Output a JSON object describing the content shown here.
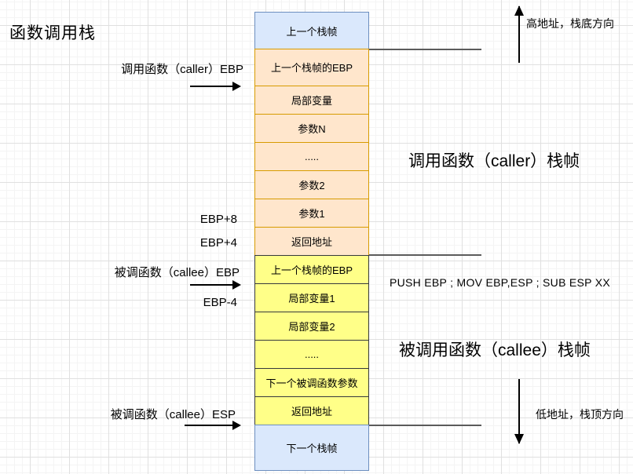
{
  "title": "函数调用栈",
  "stack": {
    "cells": [
      {
        "label": "上一个栈帧",
        "color": "blue"
      },
      {
        "label": "上一个栈帧的EBP",
        "color": "orange"
      },
      {
        "label": "局部变量",
        "color": "orange"
      },
      {
        "label": "参数N",
        "color": "orange"
      },
      {
        "label": ".....",
        "color": "orange"
      },
      {
        "label": "参数2",
        "color": "orange"
      },
      {
        "label": "参数1",
        "color": "orange"
      },
      {
        "label": "返回地址",
        "color": "orange"
      },
      {
        "label": "上一个栈帧的EBP",
        "color": "yellow"
      },
      {
        "label": "局部变量1",
        "color": "yellow"
      },
      {
        "label": "局部变量2",
        "color": "yellow"
      },
      {
        "label": ".....",
        "color": "yellow"
      },
      {
        "label": "下一个被调函数参数",
        "color": "yellow"
      },
      {
        "label": "返回地址",
        "color": "yellow"
      },
      {
        "label": "下一个栈帧",
        "color": "blue"
      }
    ]
  },
  "left_labels": {
    "caller_ebp": "调用函数（caller）EBP",
    "ebp_plus_8": "EBP+8",
    "ebp_plus_4": "EBP+4",
    "callee_ebp": "被调函数（callee）EBP",
    "ebp_minus_4": "EBP-4",
    "callee_esp": "被调函数（callee）ESP"
  },
  "right_labels": {
    "high_address": "高地址，栈底方向",
    "caller_frame": "调用函数（caller）栈帧",
    "asm_note": "PUSH EBP ; MOV EBP,ESP ; SUB ESP XX",
    "callee_frame": "被调用函数（callee）栈帧",
    "low_address": "低地址，栈顶方向"
  },
  "colors": {
    "blue_fill": "#dae8fc",
    "blue_border": "#6c8ebf",
    "orange_fill": "#ffe6cc",
    "orange_border": "#d79b00",
    "yellow_fill": "#ffff88",
    "yellow_border": "#36393d",
    "boundary_line": "#5b5b5b",
    "arrow": "#000000"
  }
}
